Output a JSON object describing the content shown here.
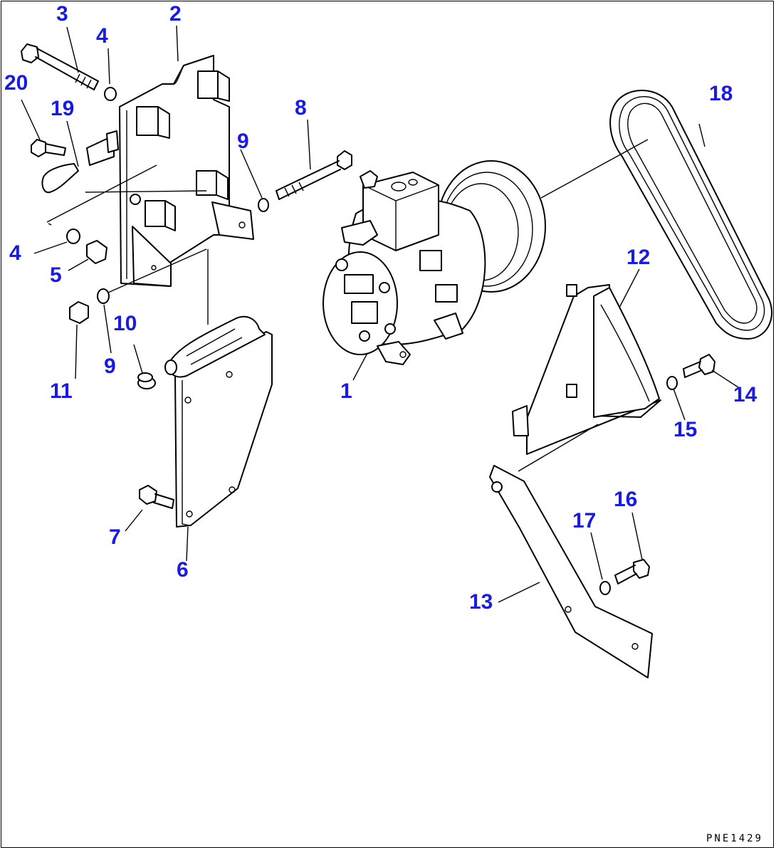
{
  "figure_code": "PNE1429",
  "colors": {
    "callout": "#1a1ae6",
    "line": "#000000",
    "background": "#ffffff"
  },
  "callouts": [
    {
      "id": "c3",
      "text": "3"
    },
    {
      "id": "c2",
      "text": "2"
    },
    {
      "id": "c4a",
      "text": "4"
    },
    {
      "id": "c20",
      "text": "20"
    },
    {
      "id": "c19",
      "text": "19"
    },
    {
      "id": "c18",
      "text": "18"
    },
    {
      "id": "c8",
      "text": "8"
    },
    {
      "id": "c9a",
      "text": "9"
    },
    {
      "id": "c4b",
      "text": "4"
    },
    {
      "id": "c5",
      "text": "5"
    },
    {
      "id": "c12",
      "text": "12"
    },
    {
      "id": "c10",
      "text": "10"
    },
    {
      "id": "c9b",
      "text": "9"
    },
    {
      "id": "c11",
      "text": "11"
    },
    {
      "id": "c1",
      "text": "1"
    },
    {
      "id": "c14",
      "text": "14"
    },
    {
      "id": "c15",
      "text": "15"
    },
    {
      "id": "c16",
      "text": "16"
    },
    {
      "id": "c17",
      "text": "17"
    },
    {
      "id": "c7",
      "text": "7"
    },
    {
      "id": "c6",
      "text": "6"
    },
    {
      "id": "c13",
      "text": "13"
    }
  ]
}
